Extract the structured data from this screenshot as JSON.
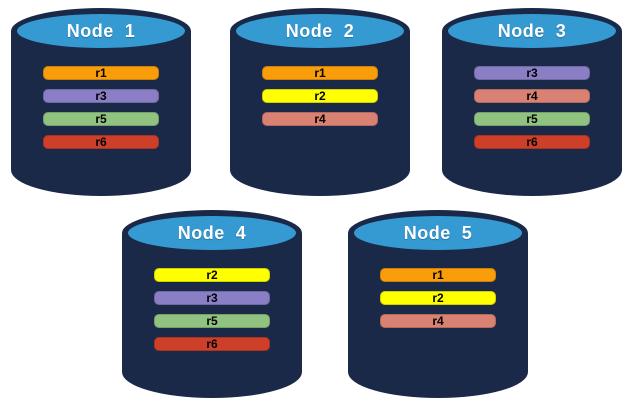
{
  "colors": {
    "cylinder_body": "#1B2949",
    "cylinder_top": "#359AD2",
    "replica_palette": {
      "r1": "#FA9D0B",
      "r2": "#FFFF00",
      "r3": "#8A7EC5",
      "r4": "#D98173",
      "r5": "#90C380",
      "r6": "#CD3F28"
    }
  },
  "nodes": [
    {
      "label": "Node  1",
      "replicas": [
        {
          "label": "r1",
          "color": "#FA9D0B"
        },
        {
          "label": "r3",
          "color": "#8A7EC5"
        },
        {
          "label": "r5",
          "color": "#90C380"
        },
        {
          "label": "r6",
          "color": "#CD3F28"
        }
      ]
    },
    {
      "label": "Node  2",
      "replicas": [
        {
          "label": "r1",
          "color": "#FA9D0B"
        },
        {
          "label": "r2",
          "color": "#FFFF00"
        },
        {
          "label": "r4",
          "color": "#D98173"
        }
      ]
    },
    {
      "label": "Node  3",
      "replicas": [
        {
          "label": "r3",
          "color": "#8A7EC5"
        },
        {
          "label": "r4",
          "color": "#D98173"
        },
        {
          "label": "r5",
          "color": "#90C380"
        },
        {
          "label": "r6",
          "color": "#CD3F28"
        }
      ]
    },
    {
      "label": "Node  4",
      "replicas": [
        {
          "label": "r2",
          "color": "#FFFF00"
        },
        {
          "label": "r3",
          "color": "#8A7EC5"
        },
        {
          "label": "r5",
          "color": "#90C380"
        },
        {
          "label": "r6",
          "color": "#CD3F28"
        }
      ]
    },
    {
      "label": "Node  5",
      "replicas": [
        {
          "label": "r1",
          "color": "#FA9D0B"
        },
        {
          "label": "r2",
          "color": "#FFFF00"
        },
        {
          "label": "r4",
          "color": "#D98173"
        }
      ]
    }
  ]
}
